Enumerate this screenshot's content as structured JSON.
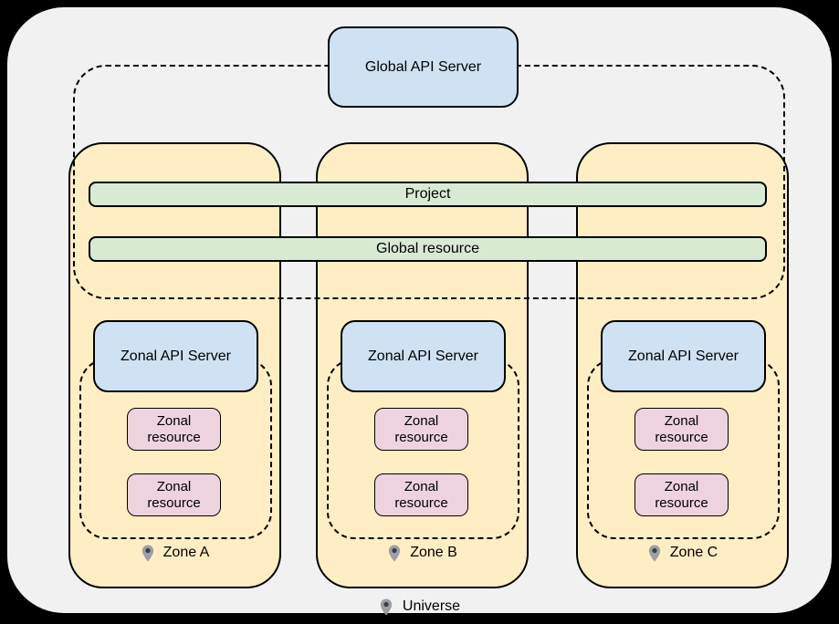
{
  "diagram": {
    "global_api_server": "Global API Server",
    "bars": {
      "project": "Project",
      "global_resource": "Global resource"
    },
    "zones": [
      {
        "name": "Zone A",
        "api_server": "Zonal API Server",
        "resources": [
          "Zonal resource",
          "Zonal resource"
        ]
      },
      {
        "name": "Zone B",
        "api_server": "Zonal API Server",
        "resources": [
          "Zonal resource",
          "Zonal resource"
        ]
      },
      {
        "name": "Zone C",
        "api_server": "Zonal API Server",
        "resources": [
          "Zonal resource",
          "Zonal resource"
        ]
      }
    ],
    "universe_label": "Universe",
    "icons": {
      "pin": "location-pin-icon"
    },
    "colors": {
      "page_background": "#000000",
      "universe_fill": "#f1f1f2",
      "zone_fill": "#ffeec3",
      "api_server_fill": "#cfe2f3",
      "bar_fill": "#d9ead3",
      "resource_fill": "#eed3de",
      "outline": "#000000",
      "pin_body": "#9aa0a6",
      "pin_dot": "#3c4043"
    }
  }
}
